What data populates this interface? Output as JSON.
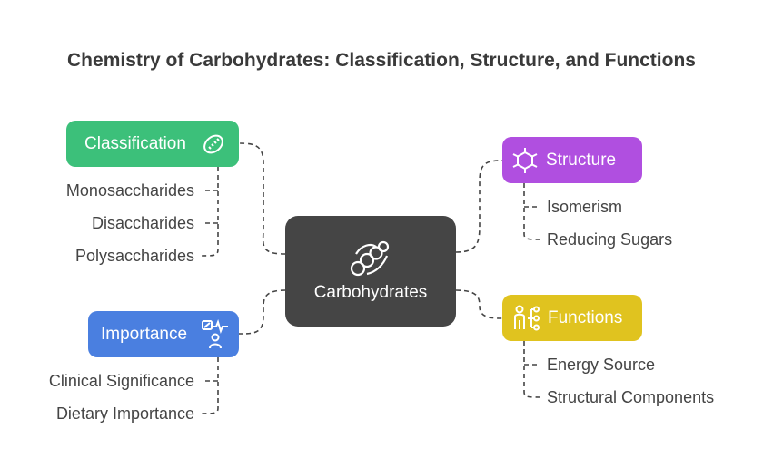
{
  "title": "Chemistry of Carbohydrates: Classification, Structure, and Functions",
  "center": {
    "label": "Carbohydrates",
    "icon": "molecule-chain-icon"
  },
  "branches": {
    "classification": {
      "label": "Classification",
      "color": "#3cc07a",
      "icon": "bacteria-icon",
      "items": [
        "Monosaccharides",
        "Disaccharides",
        "Polysaccharides"
      ]
    },
    "structure": {
      "label": "Structure",
      "color": "#b04fe0",
      "icon": "hexagon-network-icon",
      "items": [
        "Isomerism",
        "Reducing Sugars"
      ]
    },
    "functions": {
      "label": "Functions",
      "color": "#e0c31f",
      "icon": "person-flow-icon",
      "items": [
        "Energy Source",
        "Structural Components"
      ]
    },
    "importance": {
      "label": "Importance",
      "color": "#4a7fe0",
      "icon": "health-monitor-icon",
      "items": [
        "Clinical Significance",
        "Dietary Importance"
      ]
    }
  }
}
